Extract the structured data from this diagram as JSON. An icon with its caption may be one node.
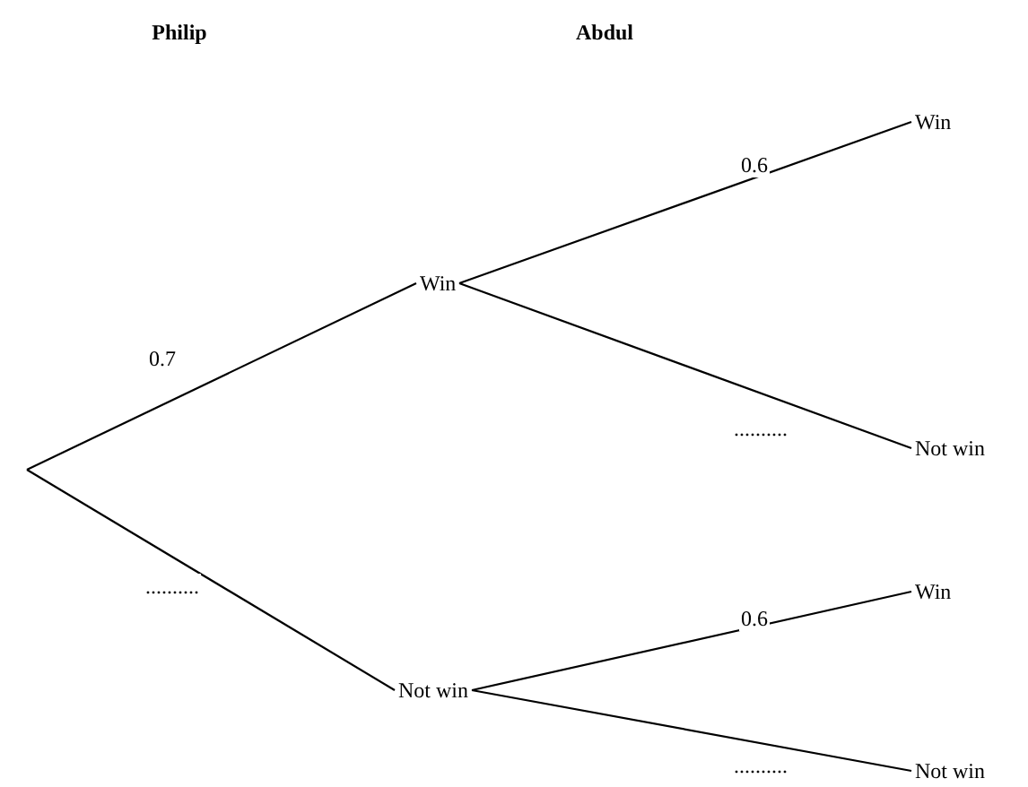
{
  "diagram": {
    "nodes": [
      {
        "text": [
          "Win"
        ]
      },
      {
        "text": [
          "Not win"
        ]
      },
      {
        "text": [
          "Win"
        ]
      },
      {
        "text": [
          "Not win"
        ]
      },
      {
        "text": [
          "Win"
        ]
      },
      {
        "text": [
          "Not win"
        ]
      }
    ],
    "edges": [
      {
        "from": null,
        "to": 0,
        "arrow": "none",
        "label": "0.7"
      },
      {
        "from": null,
        "to": 1,
        "arrow": "none",
        "label": ".........."
      },
      {
        "from": 0,
        "to": 2,
        "arrow": "none",
        "label": "0.6"
      },
      {
        "from": 0,
        "to": 3,
        "arrow": "none",
        "label": ".........."
      },
      {
        "from": 1,
        "to": 4,
        "arrow": "none",
        "label": "0.6"
      },
      {
        "from": 1,
        "to": 5,
        "arrow": "none",
        "label": ".........."
      }
    ],
    "labels": [
      "Philip",
      "Abdul"
    ]
  }
}
